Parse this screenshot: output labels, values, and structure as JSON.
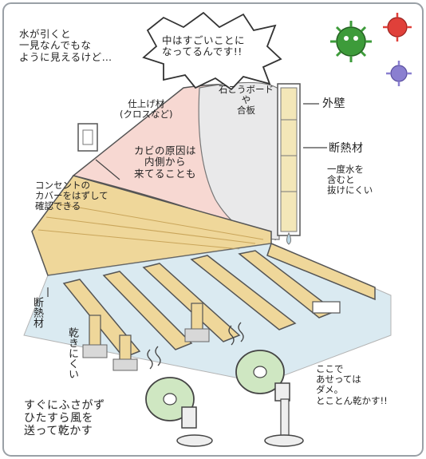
{
  "labels": {
    "intro_left": "水が引くと\n一見なんでもな\nように見えるけど…",
    "bubble": "中はすごいことに\nなってるんです!!",
    "drywall": "石こうボード\nや\n合板",
    "outer_wall": "外壁",
    "finish": "仕上げ材\n(クロスなど)",
    "mold_cause": "カビの原因は\n内側から\n来てることも",
    "insulation_wall": "断熱材",
    "insulation_note": "一度水を\n含むと\n抜けにくい",
    "outlet_note": "コンセントの\nカバーをはずして\n確認できる",
    "insulation_floor": "断熱材",
    "dry_small": "乾きにくい",
    "fan_left_note": "すぐにふさがず\nひたすら風を\n送って乾かす",
    "fan_right_note": "ここで\nあせっては\nダメ。\nとことん乾かす!!"
  },
  "colors": {
    "virus_green": "#3d9b3a",
    "virus_red": "#e0403a",
    "virus_purple": "#8a7fd0",
    "wall_pink": "#f7d8d2",
    "wood": "#efd79a",
    "wood_dark": "#d9b96a",
    "insulation_blue": "#bcd9e6",
    "fan_green": "#cfe7c2"
  }
}
